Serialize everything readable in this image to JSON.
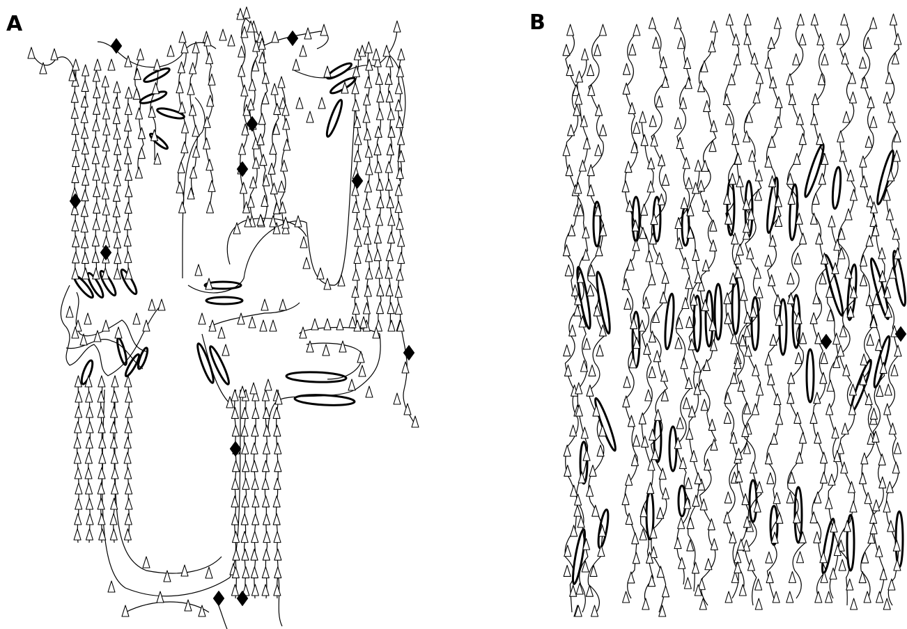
{
  "panels": [
    {
      "label": "A"
    },
    {
      "label": "B"
    }
  ],
  "legend_symbols": {
    "open_triangle": "white",
    "filled_diamond": "black",
    "ellipse": "outline"
  },
  "colors": {
    "line": "#000000",
    "background": "#ffffff"
  }
}
